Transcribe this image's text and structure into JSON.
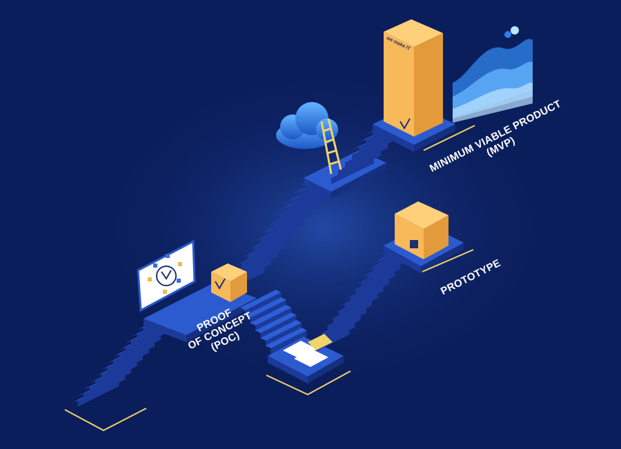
{
  "stages": [
    {
      "id": "poc",
      "lines": [
        "PROOF",
        "OF CONCEPT",
        "(POC)"
      ]
    },
    {
      "id": "prototype",
      "lines": [
        "PROTOTYPE"
      ]
    },
    {
      "id": "mvp",
      "lines": [
        "MINIMUM VIABLE PRODUCT",
        "(MVP)"
      ]
    }
  ],
  "box_brand_text": "we make IT",
  "colors": {
    "background": "#0b1e5c",
    "stair_top": "#2e5fd6",
    "stair_front": "#1c3a9a",
    "stair_side": "#14307f",
    "box_light": "#f7b95a",
    "box_dark": "#e39a3a",
    "accent_yellow": "#f2d46a",
    "cloud": "#3d8fe8"
  },
  "icons": [
    "cloud-icon",
    "ladder-icon",
    "puzzle-icon",
    "chart-screen-icon",
    "network-board-icon",
    "logo-x-icon"
  ]
}
